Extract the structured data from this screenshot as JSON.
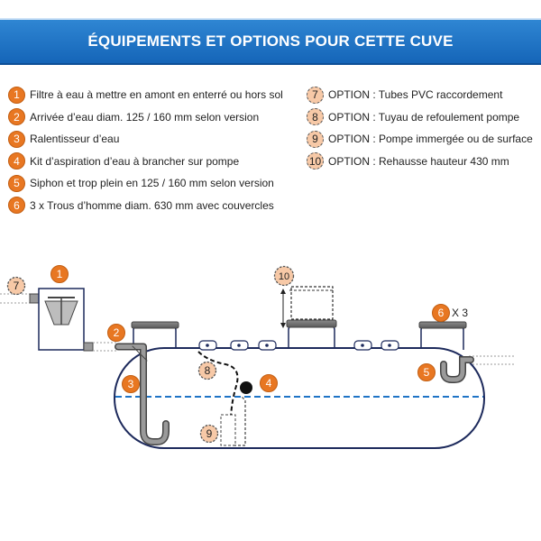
{
  "header": {
    "title": "ÉQUIPEMENTS ET OPTIONS POUR CETTE CUVE"
  },
  "colors": {
    "banner": "#1f74c6",
    "standard_badge": "#e87722",
    "option_badge": "#f7c9a7",
    "water_line": "#1f74c6",
    "tank_outline": "#1d2a5c"
  },
  "legend": {
    "standard": [
      {
        "num": "1",
        "text": "Filtre à eau à mettre en amont en enterré ou hors sol"
      },
      {
        "num": "2",
        "text": "Arrivée d’eau diam. 125 / 160 mm selon version"
      },
      {
        "num": "3",
        "text": "Ralentisseur d’eau"
      },
      {
        "num": "4",
        "text": "Kit d’aspiration d’eau à brancher sur pompe"
      },
      {
        "num": "5",
        "text": "Siphon et trop plein en 125 / 160 mm selon version"
      },
      {
        "num": "6",
        "text": "3 x Trous d’homme diam. 630 mm avec couvercles"
      }
    ],
    "options": [
      {
        "num": "7",
        "text": "OPTION : Tubes PVC raccordement"
      },
      {
        "num": "8",
        "text": "OPTION : Tuyau de refoulement pompe"
      },
      {
        "num": "9",
        "text": "OPTION : Pompe immergée ou de surface"
      },
      {
        "num": "10",
        "text": "OPTION : Rehausse hauteur 430 mm"
      }
    ]
  },
  "diagram": {
    "callouts": {
      "c1": "1",
      "c2": "2",
      "c3": "3",
      "c4": "4",
      "c5": "5",
      "c6": "6",
      "c7": "7",
      "c8": "8",
      "c9": "9",
      "c10": "10"
    },
    "manhole_multiplier": "X 3"
  }
}
